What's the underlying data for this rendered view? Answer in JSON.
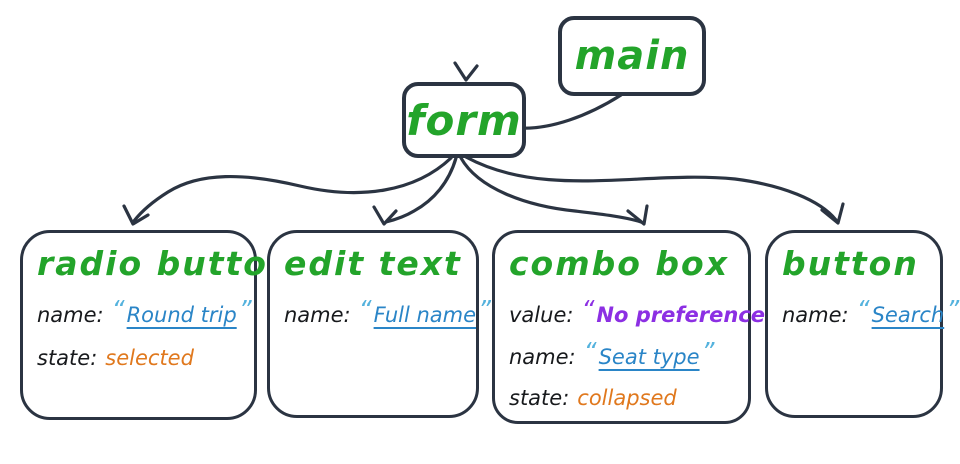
{
  "colors": {
    "ink": "#2b3442",
    "title_green": "#23a42a",
    "link_blue": "#2a85c7",
    "quote_blue": "#54b2dd",
    "state_orange": "#e0781d",
    "value_purple": "#8c2fe3",
    "label_black": "#17191c",
    "background": "#ffffff"
  },
  "quotes": {
    "open": "“",
    "close": "”"
  },
  "nodes": {
    "main": {
      "label": "main"
    },
    "form": {
      "label": "form"
    },
    "radio_button": {
      "title": "radio button",
      "name_label": "name:",
      "name_value": "Round trip",
      "state_label": "state:",
      "state_value": "selected"
    },
    "edit_text": {
      "title": "edit text",
      "name_label": "name:",
      "name_value": "Full name"
    },
    "combo_box": {
      "title": "combo box",
      "value_label": "value:",
      "value_value": "No preference",
      "name_label": "name:",
      "name_value": "Seat type",
      "state_label": "state:",
      "state_value": "collapsed"
    },
    "button": {
      "title": "button",
      "name_label": "name:",
      "name_value": "Search"
    }
  },
  "edges": [
    {
      "from": "main",
      "to": "form"
    },
    {
      "from": "form",
      "to": "radio_button"
    },
    {
      "from": "form",
      "to": "edit_text"
    },
    {
      "from": "form",
      "to": "combo_box"
    },
    {
      "from": "form",
      "to": "button"
    }
  ]
}
